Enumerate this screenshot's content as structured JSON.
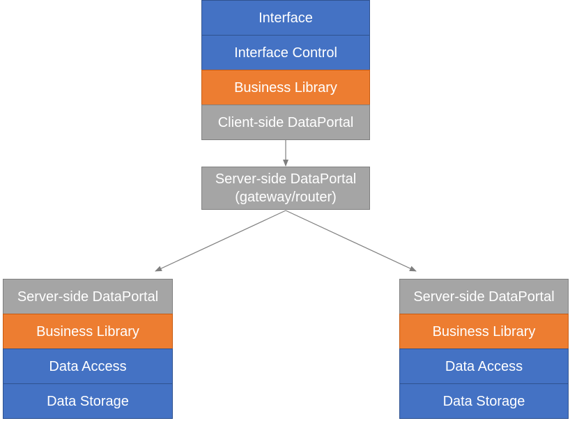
{
  "client_stack": [
    {
      "label": "Interface",
      "color": "#4472c4"
    },
    {
      "label": "Interface Control",
      "color": "#4472c4"
    },
    {
      "label": "Business Library",
      "color": "#ed7d31"
    },
    {
      "label": "Client-side DataPortal",
      "color": "#a5a5a5"
    }
  ],
  "router": {
    "line1": "Server-side DataPortal",
    "line2": "(gateway/router)",
    "color": "#a5a5a5"
  },
  "left_server_stack": [
    {
      "label": "Server-side DataPortal",
      "color": "#a5a5a5"
    },
    {
      "label": "Business Library",
      "color": "#ed7d31"
    },
    {
      "label": "Data Access",
      "color": "#4472c4"
    },
    {
      "label": "Data Storage",
      "color": "#4472c4"
    }
  ],
  "right_server_stack": [
    {
      "label": "Server-side DataPortal",
      "color": "#a5a5a5"
    },
    {
      "label": "Business Library",
      "color": "#ed7d31"
    },
    {
      "label": "Data Access",
      "color": "#4472c4"
    },
    {
      "label": "Data Storage",
      "color": "#4472c4"
    }
  ],
  "connector_color": "#7f7f7f"
}
